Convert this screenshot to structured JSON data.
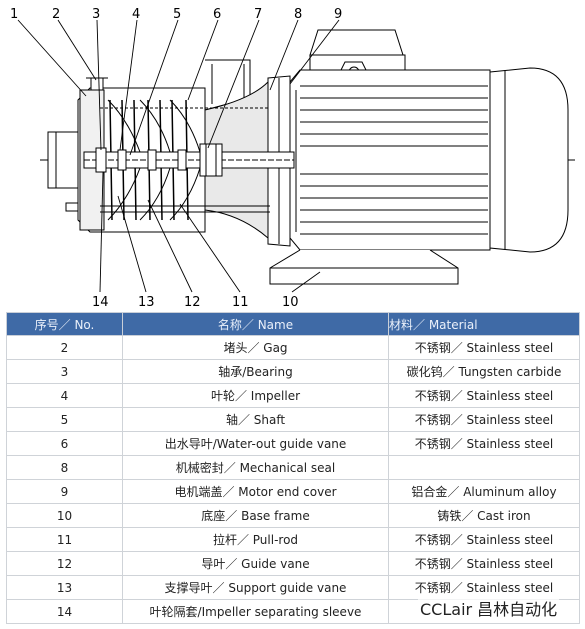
{
  "drawing": {
    "callouts": [
      "1",
      "2",
      "3",
      "4",
      "5",
      "6",
      "7",
      "8",
      "9",
      "10",
      "11",
      "12",
      "13",
      "14"
    ]
  },
  "table": {
    "headers": {
      "no": "序号／ No.",
      "name": "名称／ Name",
      "material": "材料／ Material"
    },
    "rows": [
      {
        "no": "2",
        "name": "堵头／ Gag",
        "material": "不锈钢／ Stainless steel"
      },
      {
        "no": "3",
        "name": "轴承/Bearing",
        "material": "碳化钨／ Tungsten carbide"
      },
      {
        "no": "4",
        "name": "叶轮／ Impeller",
        "material": "不锈钢／ Stainless steel"
      },
      {
        "no": "5",
        "name": "轴／ Shaft",
        "material": "不锈钢／ Stainless steel"
      },
      {
        "no": "6",
        "name": "出水导叶/Water-out guide vane",
        "material": "不锈钢／ Stainless steel"
      },
      {
        "no": "8",
        "name": "机械密封／ Mechanical seal",
        "material": ""
      },
      {
        "no": "9",
        "name": "电机端盖／ Motor end cover",
        "material": "铝合金／ Aluminum alloy"
      },
      {
        "no": "10",
        "name": "底座／ Base frame",
        "material": "铸铁／ Cast iron"
      },
      {
        "no": "11",
        "name": "拉杆／ Pull-rod",
        "material": "不锈钢／ Stainless steel"
      },
      {
        "no": "12",
        "name": "导叶／ Guide vane",
        "material": "不锈钢／ Stainless steel"
      },
      {
        "no": "13",
        "name": "支撑导叶／ Support guide vane",
        "material": "不锈钢／ Stainless steel"
      },
      {
        "no": "14",
        "name": "叶轮隔套/Impeller separating sleeve",
        "material": ""
      }
    ]
  },
  "watermark": "CCLair 昌林自动化"
}
